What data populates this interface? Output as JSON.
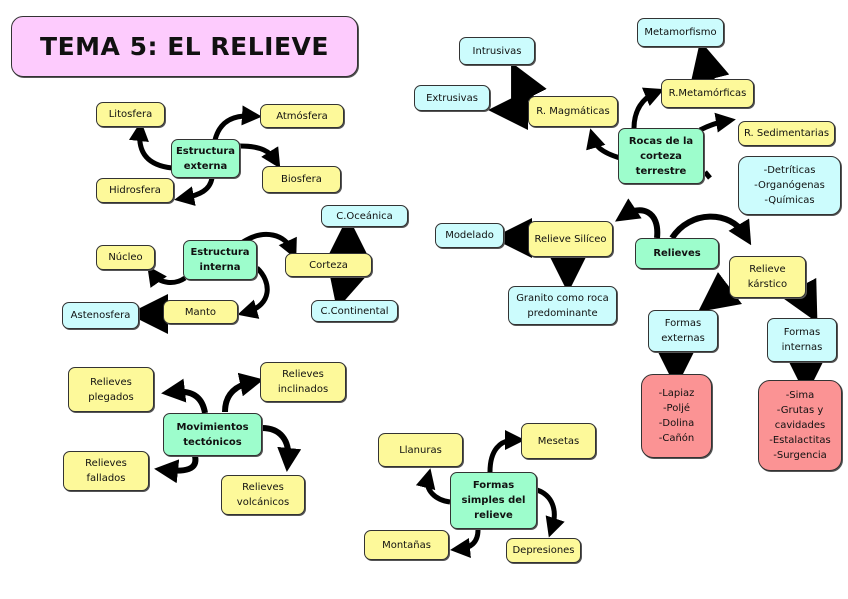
{
  "title": "TEMA 5: EL RELIEVE",
  "colors": {
    "title_bg": "#fdcbfd",
    "central_node": "#9dfdcc",
    "secondary_node": "#fdf99a",
    "detail_node": "#ccfcfd",
    "list_node": "#fb9394",
    "arrow": "#000000"
  },
  "estructura_externa": {
    "center": "Estructura\nexterna",
    "children": [
      "Litosfera",
      "Atmósfera",
      "Biosfera",
      "Hidrosfera"
    ]
  },
  "estructura_interna": {
    "center": "Estructura\ninterna",
    "nucleo": "Núcleo",
    "manto": "Manto",
    "astenosfera": "Astenosfera",
    "corteza": "Corteza",
    "c_oceanica": "C.Oceánica",
    "c_continental": "C.Continental"
  },
  "rocas": {
    "center": "Rocas de la\ncorteza\nterrestre",
    "magmaticas": "R. Magmáticas",
    "intrusivas": "Intrusivas",
    "extrusivas": "Extrusivas",
    "metamorficas": "R.Metamórficas",
    "metamorfismo": "Metamorfismo",
    "sedimentarias": "R. Sedimentarias",
    "sedimentarias_tipos": "-Detríticas\n-Organógenas\n-Químicas"
  },
  "relieves": {
    "center": "Relieves",
    "siliceo": "Relieve Silíceo",
    "modelado": "Modelado",
    "granito": "Granito como roca\npredominante",
    "karstico": "Relieve\nkárstico",
    "formas_externas": "Formas\nexternas",
    "formas_internas": "Formas\ninternas",
    "externas_lista": "-Lapiaz\n-Poljé\n-Dolina\n-Cañón",
    "internas_lista": "-Sima\n-Grutas y\ncavidades\n-Estalactitas\n-Surgencia"
  },
  "movimientos": {
    "center": "Movimientos\ntectónicos",
    "plegados": "Relieves\nplegados",
    "inclinados": "Relieves\ninclinados",
    "fallados": "Relieves\nfallados",
    "volcanicos": "Relieves\nvolcánicos"
  },
  "formas_simples": {
    "center": "Formas\nsimples del\nrelieve",
    "llanuras": "Llanuras",
    "mesetas": "Mesetas",
    "montanas": "Montañas",
    "depresiones": "Depresiones"
  }
}
